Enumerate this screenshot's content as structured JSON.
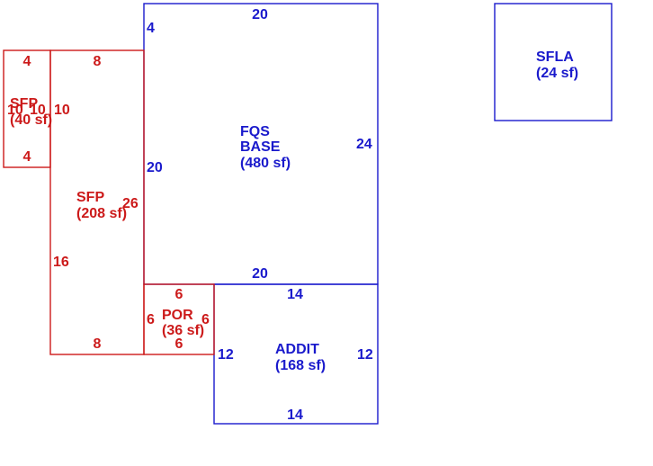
{
  "colors": {
    "blue": "#1a1acc",
    "red": "#cc1a1a"
  },
  "areas": {
    "base": {
      "name_line1": "FQS",
      "name_line2": "BASE",
      "area": "(480 sf)"
    },
    "sfla": {
      "name": "SFLA",
      "area": "(24 sf)"
    },
    "sfp_small": {
      "name": "SFP",
      "area": "(40 sf)"
    },
    "sfp_large": {
      "name": "SFP",
      "area": "(208 sf)"
    },
    "por": {
      "name": "POR",
      "area": "(36 sf)"
    },
    "addit": {
      "name": "ADDIT",
      "area": "(168 sf)"
    }
  },
  "dimensions": {
    "base_top": "20",
    "base_left_upper": "4",
    "base_left": "20",
    "base_right": "24",
    "base_bottom": "20",
    "sfp_small_top": "4",
    "sfp_small_bottom": "4",
    "sfp_small_left": "10",
    "sfp_small_inner": "10",
    "sfp_small_right": "10",
    "sfp_large_top": "8",
    "sfp_large_right": "26",
    "sfp_large_left": "16",
    "sfp_large_bottom": "8",
    "por_top": "6",
    "por_left": "6",
    "por_right": "6",
    "por_bottom": "6",
    "addit_top": "14",
    "addit_left": "12",
    "addit_right": "12",
    "addit_bottom": "14"
  }
}
